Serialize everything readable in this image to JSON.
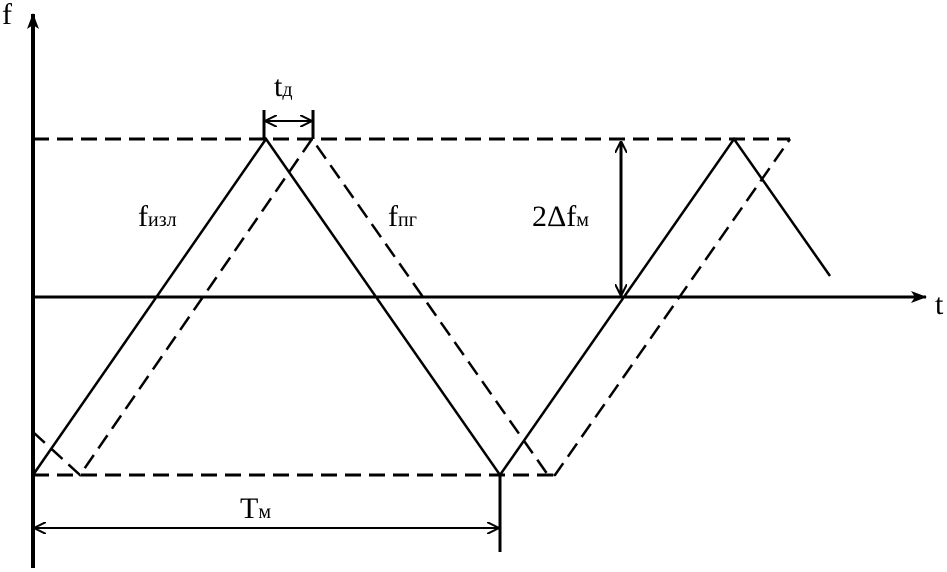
{
  "axes": {
    "y_label": "f",
    "x_label": "t"
  },
  "labels": {
    "delay_main": "t",
    "delay_sub": "д",
    "emitted_main": "f",
    "emitted_sub": "изл",
    "received_main": "f",
    "received_sub": "пг",
    "deviation": "2Δf",
    "deviation_sub": "м",
    "period_main": "T",
    "period_sub": "м"
  },
  "colors": {
    "stroke": "#000000",
    "background": "#ffffff"
  }
}
